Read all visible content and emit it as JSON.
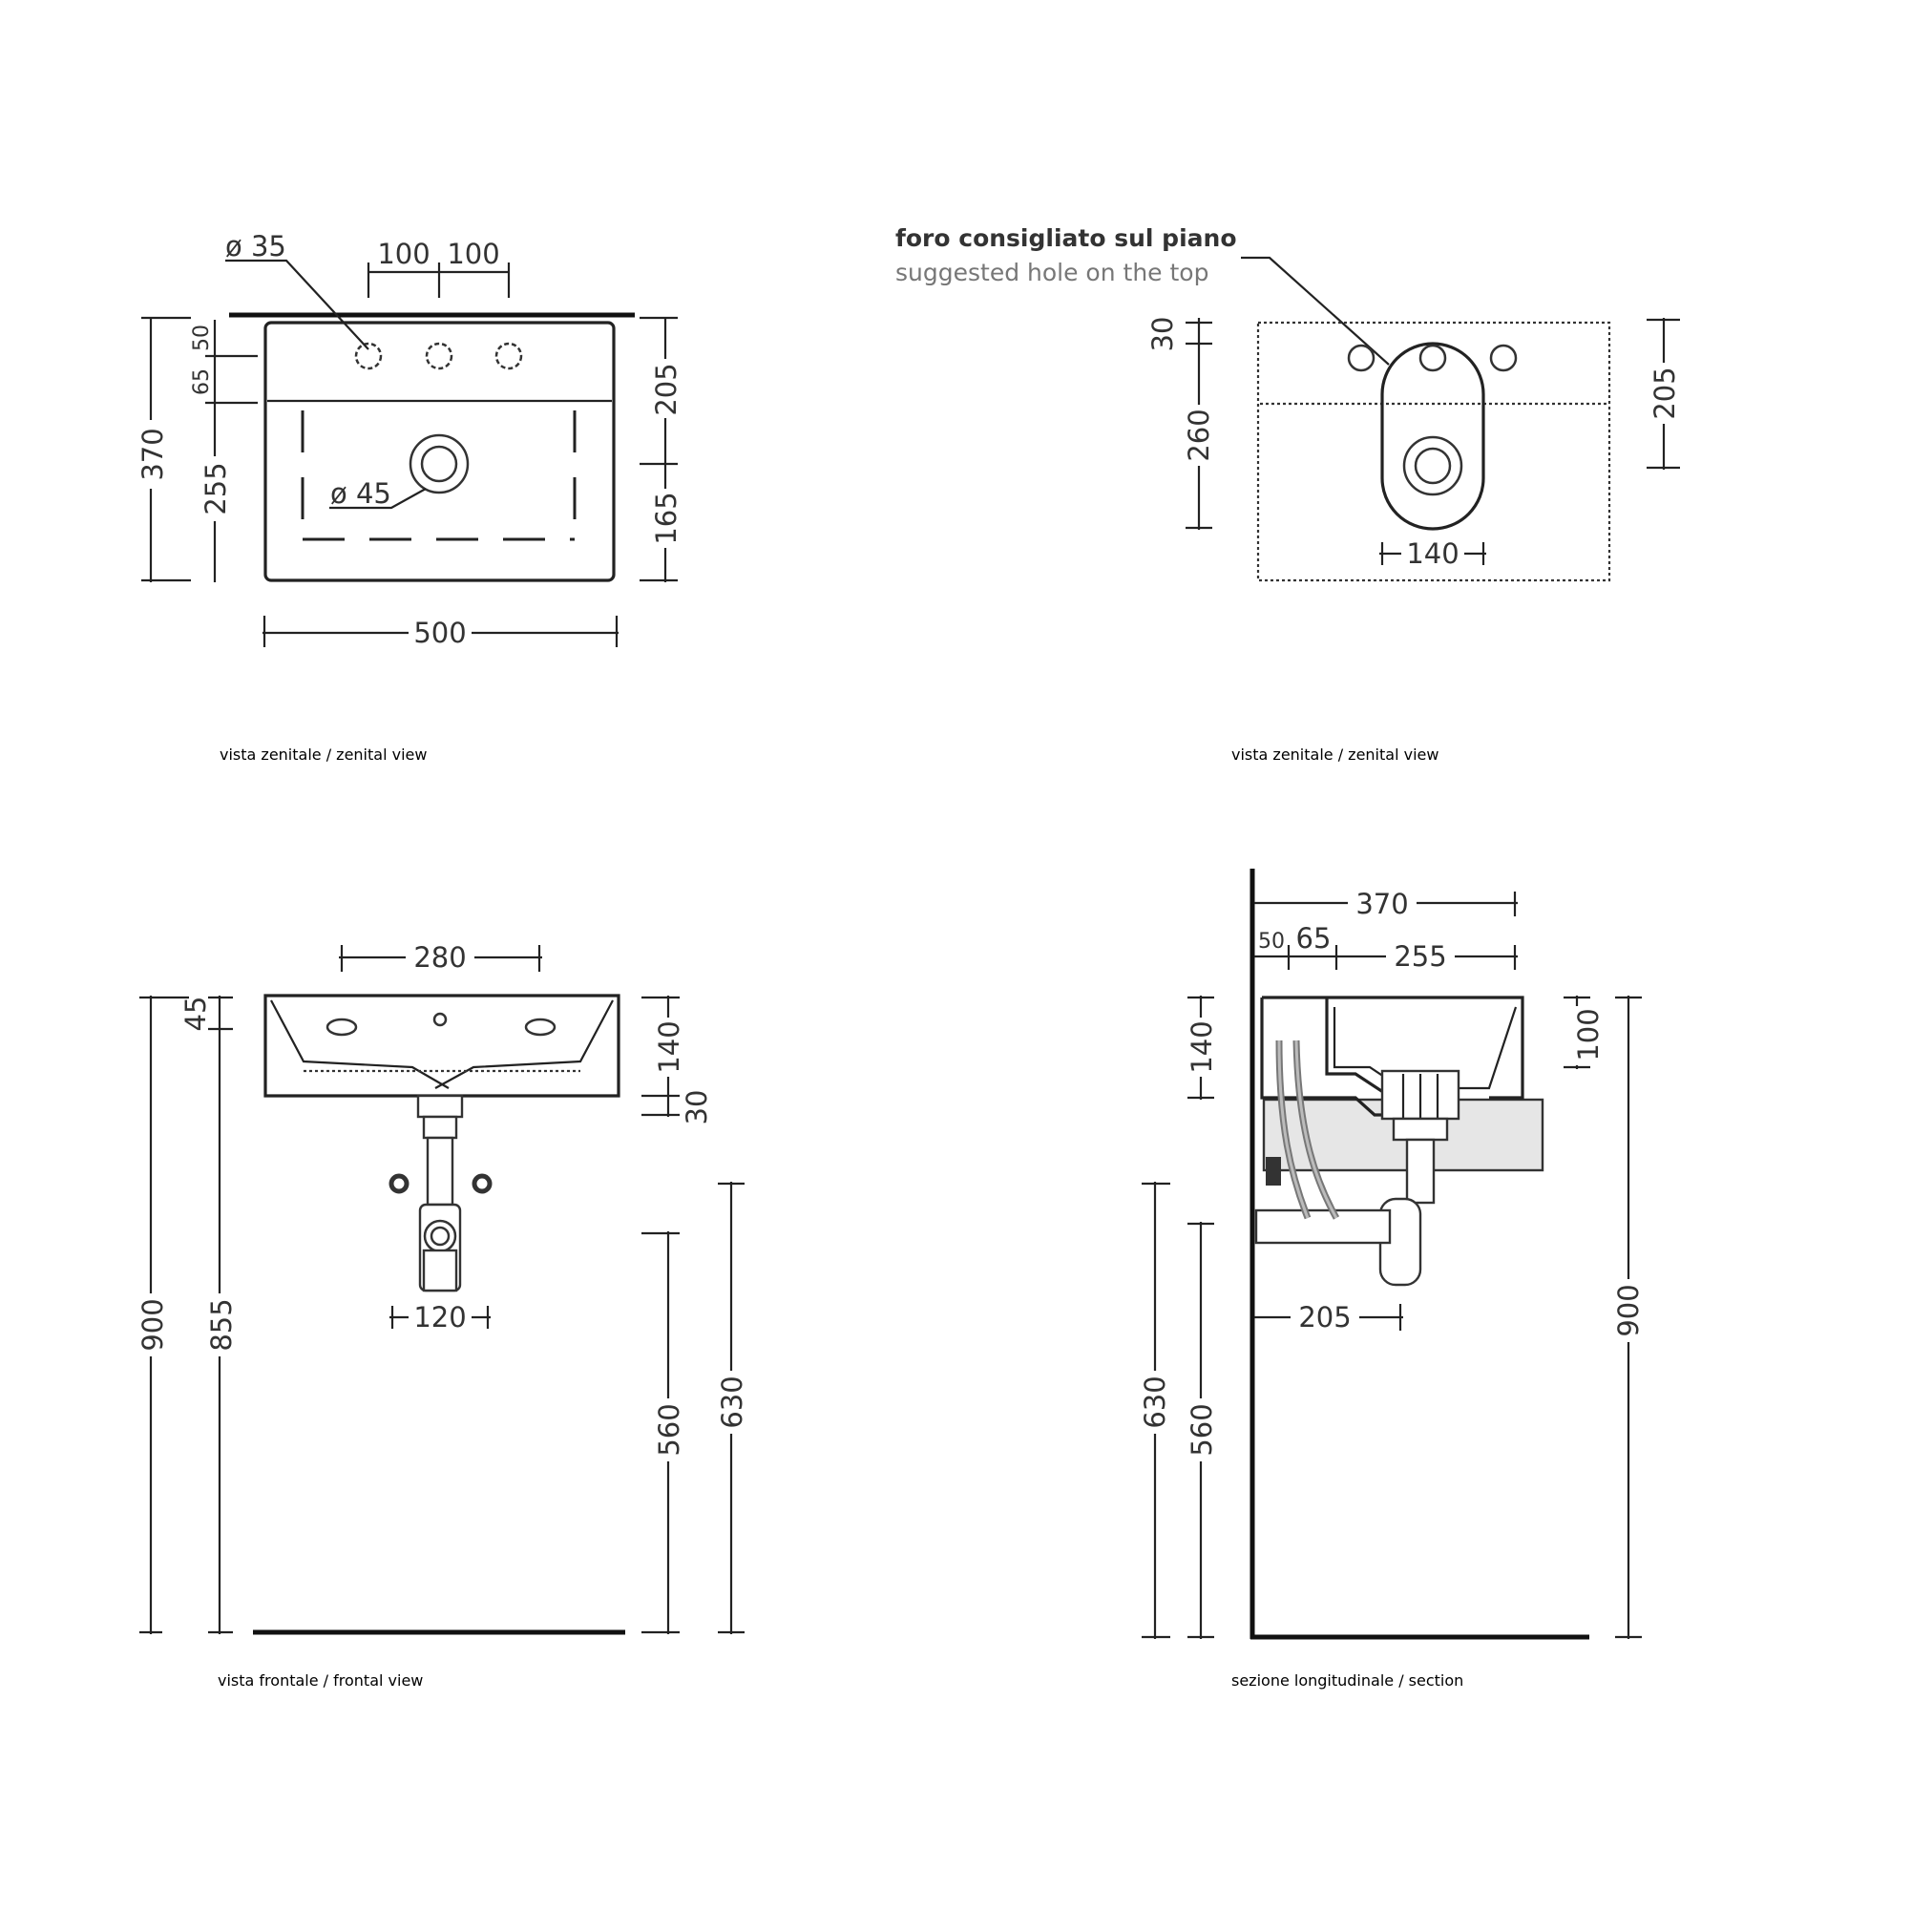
{
  "views": {
    "top_left": {
      "caption_it": "vista zenitale",
      "caption_sep": " / ",
      "caption_en": "zenital view",
      "dims": {
        "hole_dia": "ø 35",
        "spacing_a": "100",
        "spacing_b": "100",
        "total_depth": "370",
        "offset_a": "50",
        "offset_b": "65",
        "basin_depth": "255",
        "drain_dia": "ø 45",
        "right_upper": "205",
        "right_lower": "165",
        "width": "500"
      }
    },
    "top_right": {
      "caption_it": "vista zenitale",
      "caption_sep": " / ",
      "caption_en": "zenital view",
      "note_it": "foro consigliato sul piano",
      "note_en": "suggested hole on the top",
      "dims": {
        "top_offset": "30",
        "hole_length": "260",
        "right_depth": "205",
        "hole_width": "140"
      }
    },
    "bottom_left": {
      "caption_it": "vista frontale",
      "caption_sep": " / ",
      "caption_en": "frontal view",
      "dims": {
        "top_width": "280",
        "rim": "45",
        "height": "140",
        "gap": "30",
        "overall": "900",
        "to_rim": "855",
        "trap_width": "120",
        "waste_height": "560",
        "supply_height": "630"
      }
    },
    "bottom_right": {
      "caption_it": "sezione longitudinale",
      "caption_sep": " / ",
      "caption_en": "section",
      "dims": {
        "depth": "370",
        "offset_a": "50",
        "offset_b": "65",
        "basin_depth": "255",
        "height": "140",
        "inner": "100",
        "supply_height": "630",
        "waste_height": "560",
        "trap_offset": "205",
        "overall": "900"
      }
    }
  }
}
